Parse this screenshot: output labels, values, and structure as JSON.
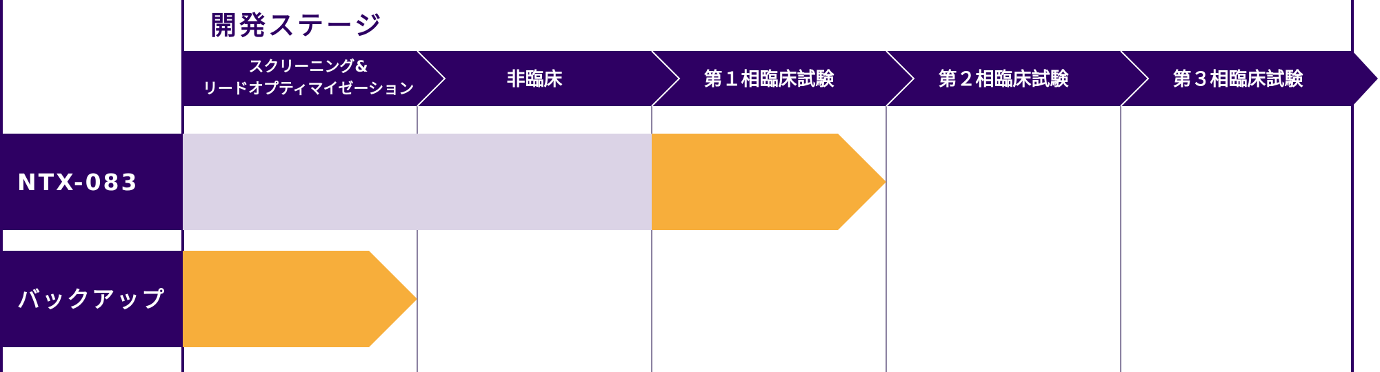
{
  "header": {
    "title": "開発ステージ"
  },
  "stages": [
    {
      "id": "screening",
      "label_line1": "スクリーニング&",
      "label_line2": "リードオプティマイゼーション"
    },
    {
      "id": "preclinical",
      "label": "非臨床"
    },
    {
      "id": "phase1",
      "label": "第１相臨床試験"
    },
    {
      "id": "phase2",
      "label": "第２相臨床試験"
    },
    {
      "id": "phase3",
      "label": "第３相臨床試験"
    }
  ],
  "programs": [
    {
      "name": "NTX-083",
      "completed_stages": 2,
      "current_stage_index": 2
    },
    {
      "name": "バックアップ",
      "completed_stages": 0,
      "current_stage_index": 0
    }
  ],
  "colors": {
    "primary": "#2e0063",
    "completed": "#dbd3e6",
    "current": "#f7ae3b",
    "gridline": "#8a80a0",
    "background": "#ffffff"
  }
}
